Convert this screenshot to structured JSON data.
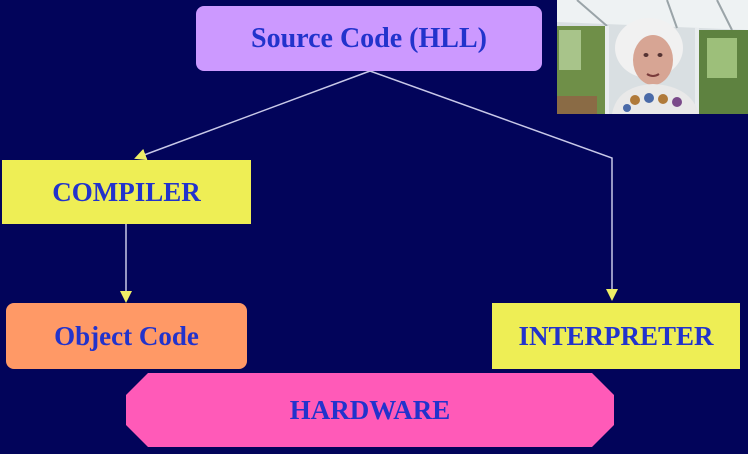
{
  "diagram": {
    "nodes": {
      "source": "Source Code (HLL)",
      "compiler": "COMPILER",
      "object": "Object Code",
      "interpreter": "INTERPRETER",
      "hardware": "HARDWARE"
    },
    "edges": [
      {
        "from": "source",
        "to": "compiler"
      },
      {
        "from": "source",
        "to": "interpreter"
      },
      {
        "from": "compiler",
        "to": "object"
      }
    ]
  },
  "colors": {
    "background": "#02045a",
    "text": "#2233cc",
    "source_fill": "#cc99ff",
    "compiler_fill": "#eeee55",
    "object_fill": "#ff9966",
    "interpreter_fill": "#eeee55",
    "hardware_fill": "#ff5ab8",
    "arrow": "#c8c8e8",
    "arrowhead": "#eeee66"
  },
  "webcam": {
    "icon": "presenter-video-icon"
  }
}
